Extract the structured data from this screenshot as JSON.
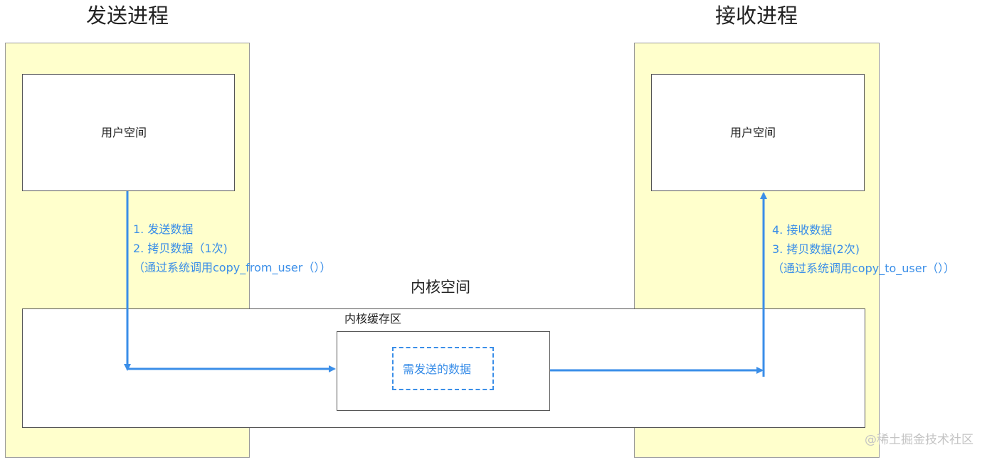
{
  "sender": {
    "title": "发送进程",
    "user_space_label": "用户空间",
    "steps": [
      "1. 发送数据",
      "2. 拷贝数据（1次)",
      "（通过系统调用copy_from_user（））"
    ]
  },
  "receiver": {
    "title": "接收进程",
    "user_space_label": "用户空间",
    "steps": [
      "4. 接收数据",
      "3. 拷贝数据(2次)",
      "（通过系统调用copy_to_user（））"
    ]
  },
  "kernel": {
    "label": "内核空间",
    "buffer_label": "内核缓存区",
    "data_label": "需发送的数据"
  },
  "watermark": "@稀土掘金技术社区",
  "colors": {
    "process_bg": "#ffffcc",
    "arrow": "#3a8ee8",
    "text_blue": "#3a8ee8"
  }
}
